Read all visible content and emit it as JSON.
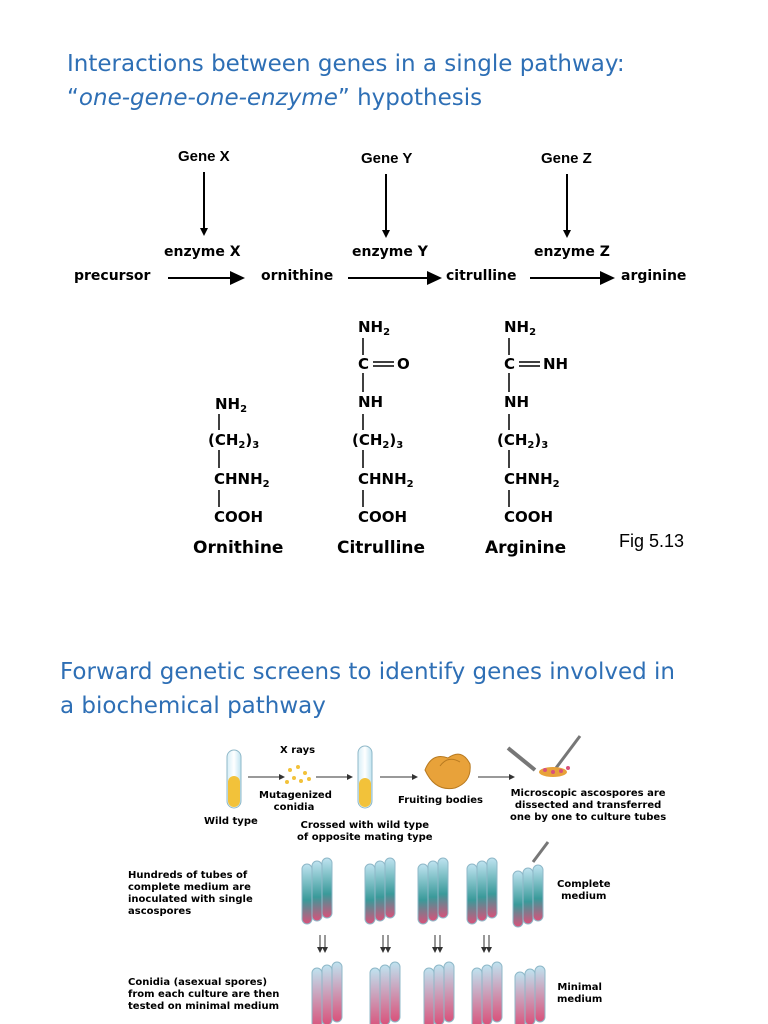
{
  "heading1": {
    "line1": "Interactions between genes in a single pathway:",
    "quote_open": "“",
    "italic": "one-gene-one-enzyme",
    "quote_close": "”",
    "rest": " hypothesis"
  },
  "pathway": {
    "genes": [
      "Gene X",
      "Gene Y",
      "Gene Z"
    ],
    "enzymes": [
      "enzyme X",
      "enzyme Y",
      "enzyme Z"
    ],
    "compounds": [
      "precursor",
      "ornithine",
      "citrulline",
      "arginine"
    ]
  },
  "structures": {
    "nh2": "NH",
    "ch2": "(CH",
    "chnh2": "CHNH",
    "cooh": "COOH",
    "nh": "NH",
    "c": "C",
    "o": "O",
    "cnh": "NH",
    "sub2": "2",
    "sub3": "3",
    "close_paren": ")",
    "names": [
      "Ornithine",
      "Citrulline",
      "Arginine"
    ]
  },
  "fig_label": "Fig 5.13",
  "heading2": {
    "line1": "Forward genetic screens to identify genes involved in",
    "line2": "a biochemical pathway"
  },
  "screen": {
    "x_rays": "X rays",
    "mutagenized": [
      "Mutagenized",
      "conidia"
    ],
    "wild_type": "Wild type",
    "crossed": [
      "Crossed with wild type",
      "of opposite mating type"
    ],
    "fruiting": "Fruiting",
    "bodies": "bodies",
    "ascospores": [
      "Microscopic ascospores are",
      "dissected and transferred",
      "one by one to culture tubes"
    ],
    "hundreds": [
      "Hundreds of tubes of",
      "complete medium are",
      "inoculated with single",
      "ascospores"
    ],
    "complete_medium": [
      "Complete",
      "medium"
    ],
    "conidia_note": [
      "Conidia (asexual spores)",
      "from each culture are then",
      "tested on minimal medium"
    ],
    "minimal_medium": [
      "Minimal",
      "medium"
    ]
  },
  "colors": {
    "heading": "#2e6fb5",
    "tube_yellow": "#f2c23a",
    "tube_blue": "#bfe3f0",
    "tube_pink": "#d9517a",
    "tube_teal": "#3a9a9a",
    "fruiting_body": "#e8a23a"
  }
}
